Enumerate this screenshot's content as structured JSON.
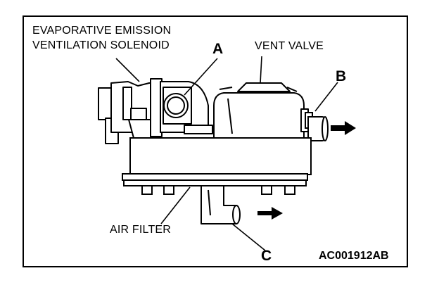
{
  "labels": {
    "solenoid_line1": "EVAPORATIVE EMISSION",
    "solenoid_line2": "VENTILATION SOLENOID",
    "vent_valve": "VENT VALVE",
    "air_filter": "AIR FILTER",
    "port_a": "A",
    "port_b": "B",
    "port_c": "C",
    "figure_id": "AC001912AB"
  },
  "flow_arrows": [
    {
      "port": "B",
      "direction": "right"
    },
    {
      "port": "C",
      "direction": "right"
    }
  ]
}
